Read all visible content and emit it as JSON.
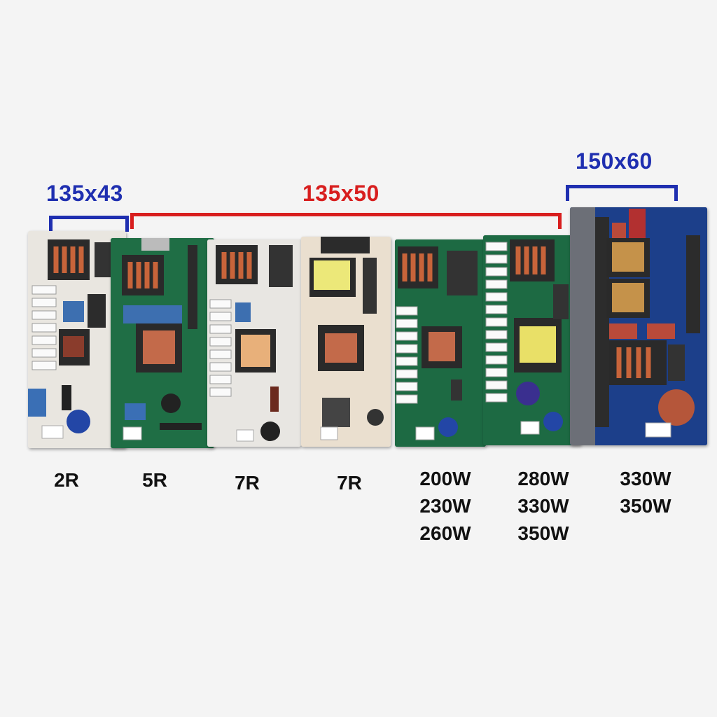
{
  "dimensions": {
    "small": {
      "label": "135x43",
      "color": "#1f2fb0"
    },
    "medium": {
      "label": "135x50",
      "color": "#d81e1e"
    },
    "large": {
      "label": "150x60",
      "color": "#1f2fb0"
    }
  },
  "boards": [
    {
      "id": "b1",
      "captions": [
        "2R"
      ],
      "pcb_color": "#e9e6e0"
    },
    {
      "id": "b2",
      "captions": [
        "5R"
      ],
      "pcb_color": "#1f6e45"
    },
    {
      "id": "b3",
      "captions": [
        "7R"
      ],
      "pcb_color": "#e8e6e2"
    },
    {
      "id": "b4",
      "captions": [
        "7R"
      ],
      "pcb_color": "#eadfcf"
    },
    {
      "id": "b5",
      "captions": [
        "200W",
        "230W",
        "260W"
      ],
      "pcb_color": "#1d6a43"
    },
    {
      "id": "b6",
      "captions": [
        "280W",
        "330W",
        "350W"
      ],
      "pcb_color": "#1d6a43"
    },
    {
      "id": "b7",
      "captions": [
        "330W",
        "350W"
      ],
      "pcb_color": "#1c3f8a"
    }
  ]
}
